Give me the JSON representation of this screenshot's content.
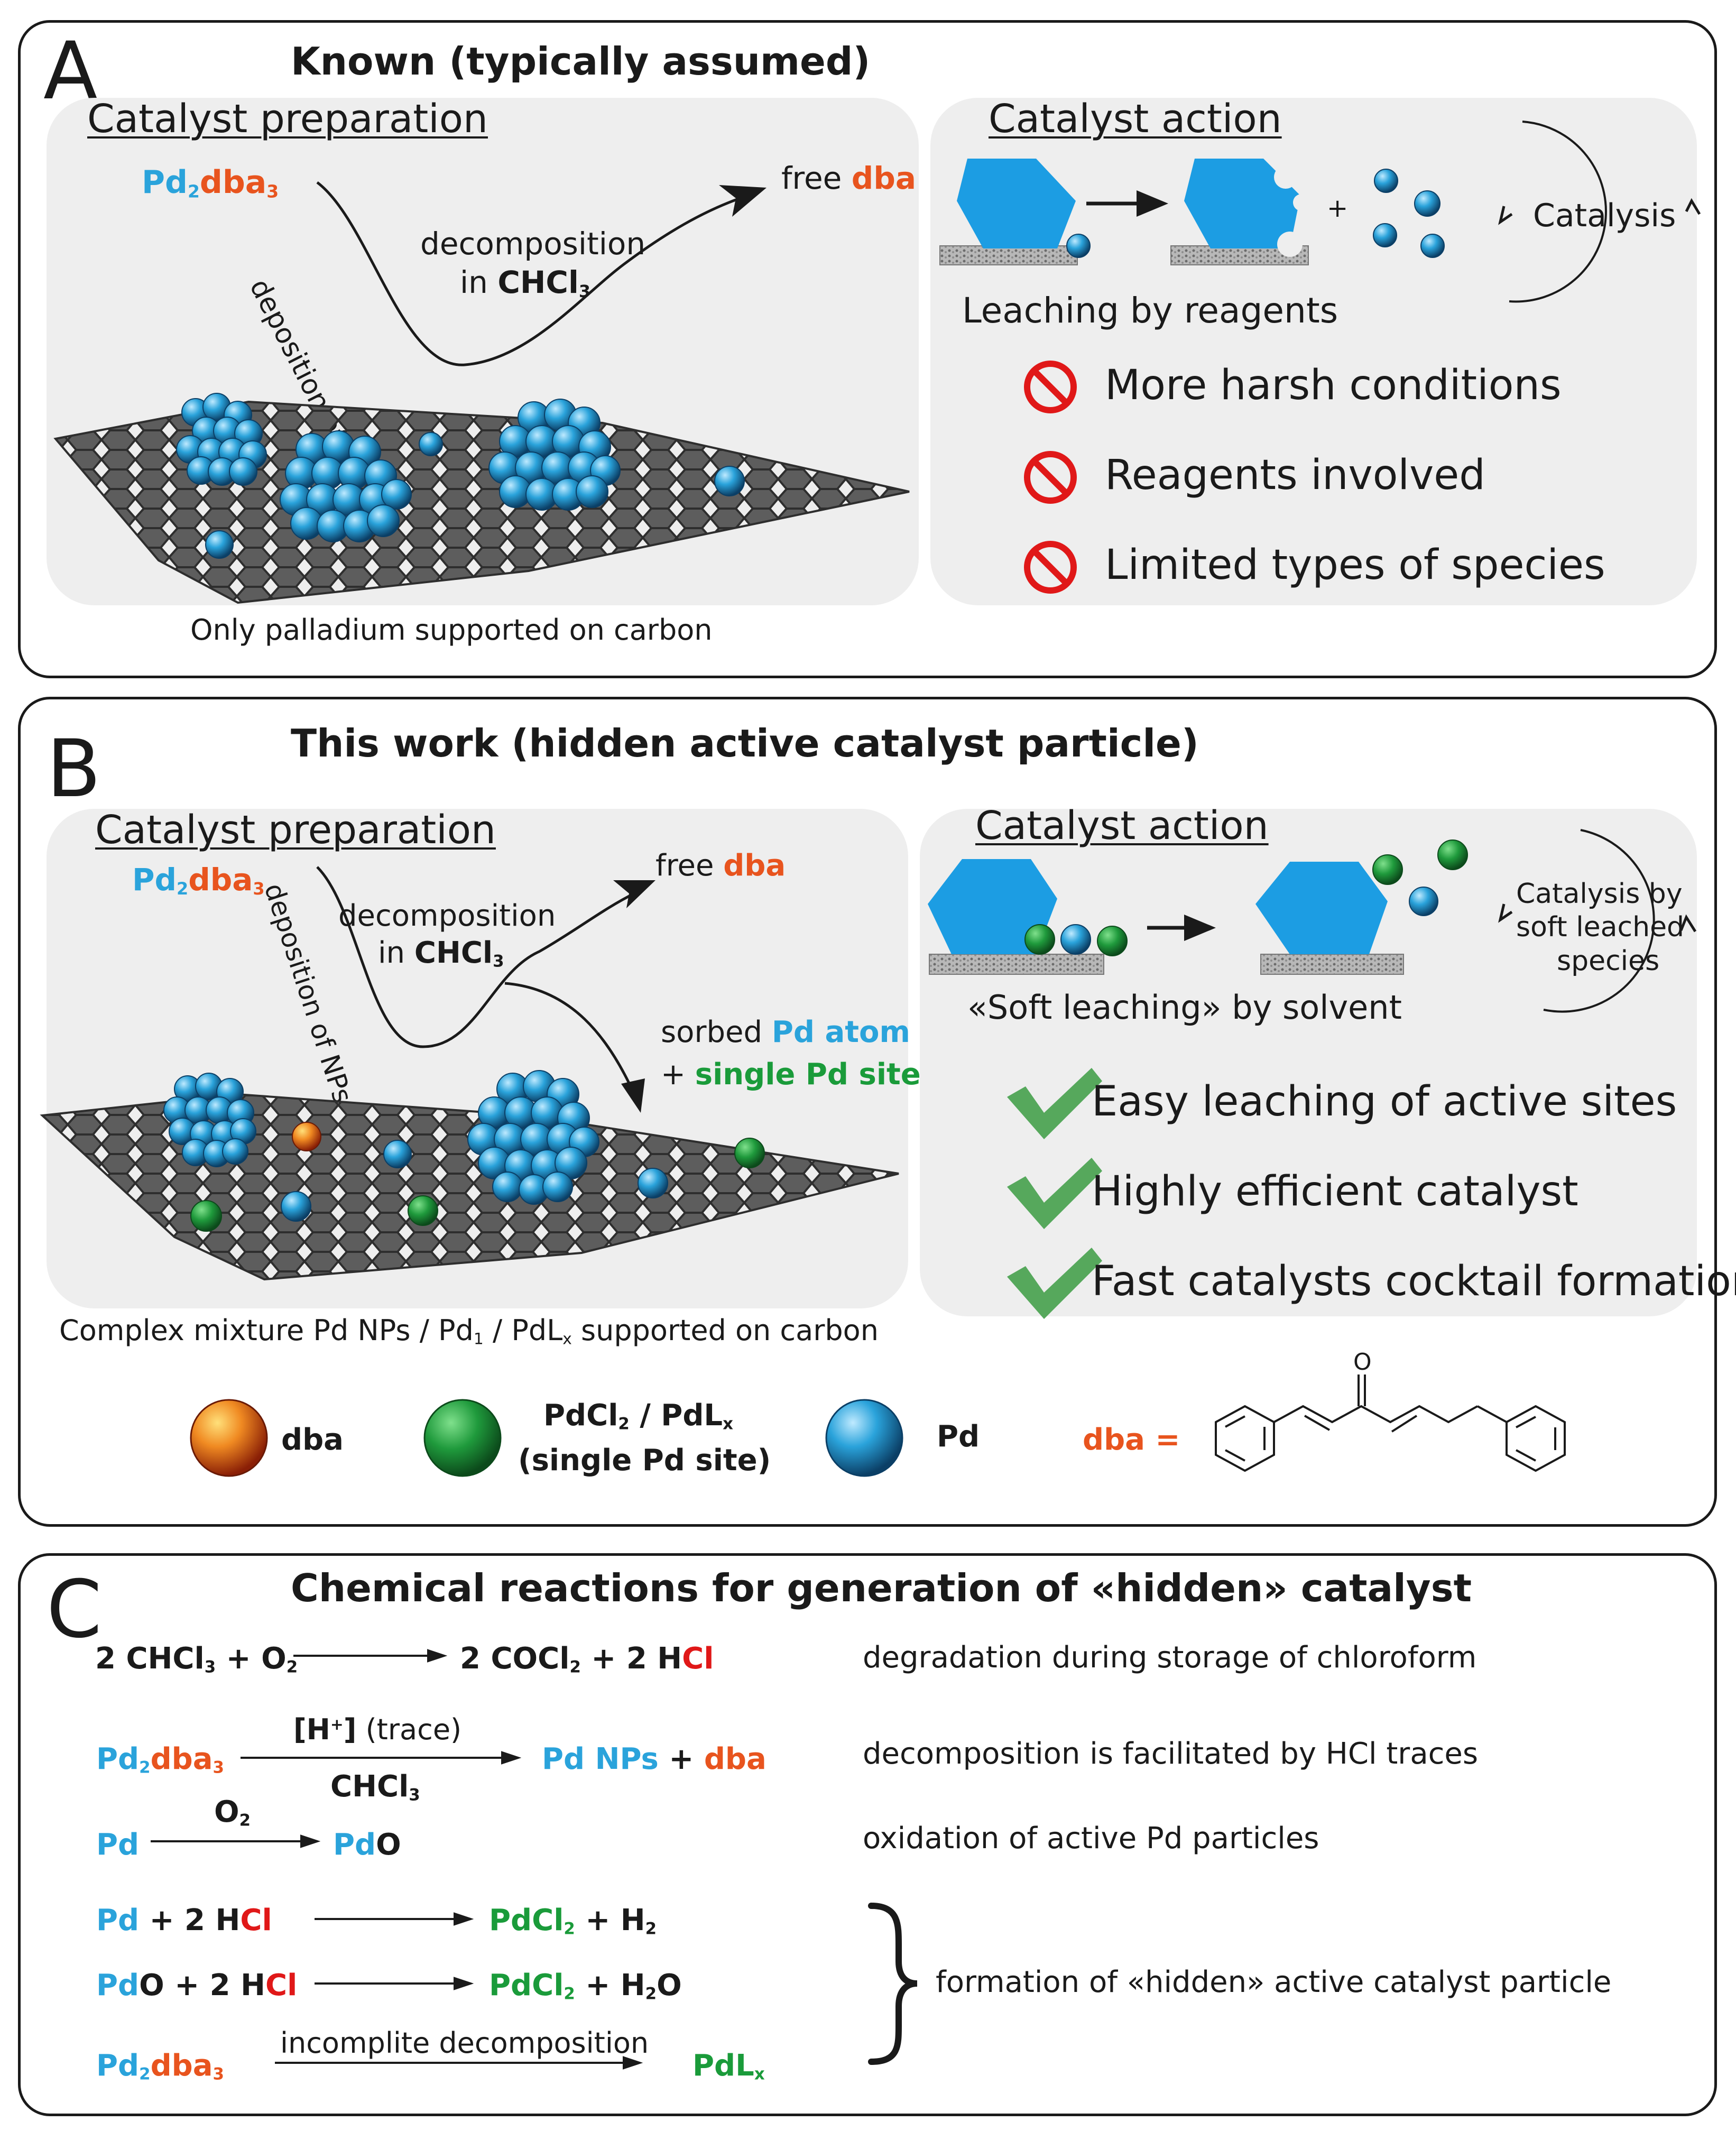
{
  "panel_a": {
    "letter": "A",
    "title": "Known (typically assumed)",
    "prep": {
      "heading": "Catalyst preparation",
      "precursor": {
        "pd": "Pd",
        "pd_sub": "2",
        "dba": "dba",
        "dba_sub": "3"
      },
      "path_down": "deposition of Pd",
      "path_mid_1": "decomposition",
      "path_mid_2_prefix": "in ",
      "path_mid_2_formula": "CHCl",
      "path_mid_2_sub": "3",
      "product_prefix": "free ",
      "product_dba": "dba",
      "caption": "Only palladium supported on carbon"
    },
    "action": {
      "heading": "Catalyst action",
      "plus": "+",
      "cycle": "Catalysis",
      "mechanism": "Leaching by reagents",
      "drawbacks": [
        "More harsh conditions",
        "Reagents involved",
        "Limited types of species"
      ]
    }
  },
  "panel_b": {
    "letter": "B",
    "title": "This work (hidden active catalyst particle)",
    "prep": {
      "heading": "Catalyst preparation",
      "precursor": {
        "pd": "Pd",
        "pd_sub": "2",
        "dba": "dba",
        "dba_sub": "3"
      },
      "path_down": "deposition of NPs",
      "path_mid_1": "decomposition",
      "path_mid_2_prefix": "in ",
      "path_mid_2_formula": "CHCl",
      "path_mid_2_sub": "3",
      "product_prefix": "free ",
      "product_dba": "dba",
      "sorbed_prefix": "sorbed ",
      "sorbed_species": "Pd atom",
      "single_prefix": "+ ",
      "single_species": "single Pd site",
      "caption_1": "Complex mixture Pd NPs / Pd",
      "caption_sub_1": "1",
      "caption_2": " / PdL",
      "caption_sub_2": "x",
      "caption_3": " supported on carbon"
    },
    "action": {
      "heading": "Catalyst action",
      "cycle_lines": [
        "Catalysis by",
        "soft leached",
        "species"
      ],
      "mechanism": "«Soft leaching» by solvent",
      "advantages": [
        "Easy leaching of active sites",
        "Highly efficient catalyst",
        "Fast catalysts cocktail formation"
      ]
    },
    "legend": {
      "dba": "dba",
      "pdcl2_1": "PdCl",
      "pdcl2_sub": "2",
      "pdcl2_2": " / PdL",
      "pdcl2_sub2": "x",
      "pdcl2_line2": "(single Pd site)",
      "pd": "Pd",
      "dba_eq": "dba =",
      "oxygen": "O"
    },
    "colors": {
      "pd": "#2aa3db",
      "dba": "#e8541e",
      "single_site": "#1a9b3a"
    }
  },
  "panel_c": {
    "letter": "C",
    "title": "Chemical reactions for generation of «hidden» catalyst",
    "reactions": {
      "r1": {
        "note": "degradation during storage of chloroform"
      },
      "r2": {
        "above_1": "[H",
        "above_sup": "+",
        "above_2": "]",
        "above_3": " (trace)",
        "below": "CHCl",
        "below_sub": "3",
        "note": "decomposition is facilitated by HCl traces"
      },
      "r3": {
        "above": "O",
        "above_sub": "2",
        "note": "oxidation of active Pd particles"
      },
      "r6": {
        "above": "incomplite decomposition"
      },
      "group_note": "formation of «hidden» active catalyst particle"
    }
  }
}
